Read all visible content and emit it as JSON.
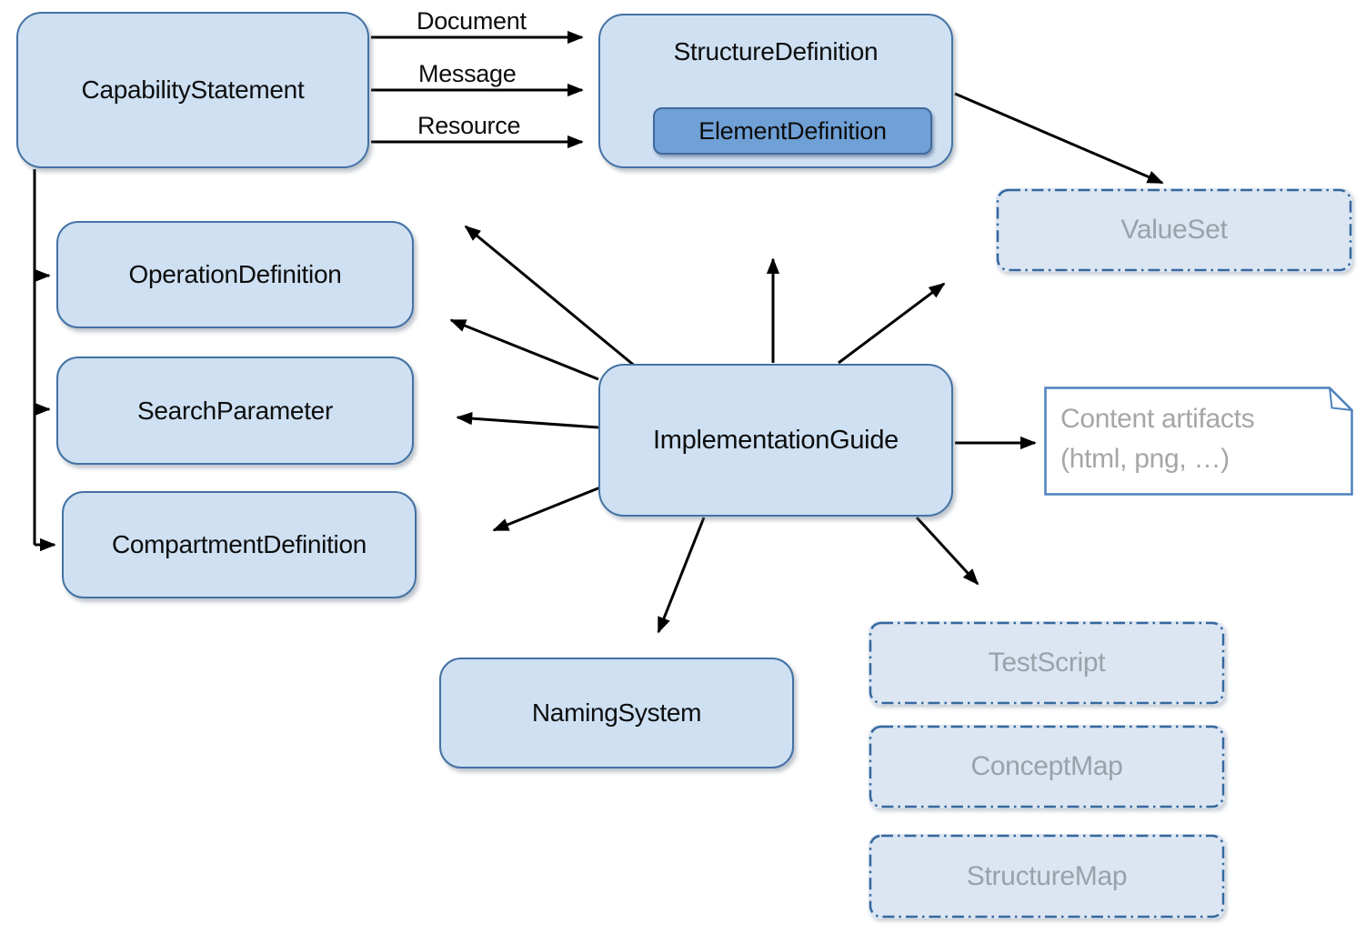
{
  "diagram": {
    "boxes": {
      "capability_statement": {
        "label": "CapabilityStatement"
      },
      "structure_definition": {
        "label": "StructureDefinition"
      },
      "element_definition": {
        "label": "ElementDefinition"
      },
      "value_set": {
        "label": "ValueSet"
      },
      "operation_definition": {
        "label": "OperationDefinition"
      },
      "search_parameter": {
        "label": "SearchParameter"
      },
      "compartment_definition": {
        "label": "CompartmentDefinition"
      },
      "implementation_guide": {
        "label": "ImplementationGuide"
      },
      "naming_system": {
        "label": "NamingSystem"
      },
      "content_artifacts": {
        "label_line1": "Content artifacts",
        "label_line2": "(html, png, …)"
      },
      "test_script": {
        "label": "TestScript"
      },
      "concept_map": {
        "label": "ConceptMap"
      },
      "structure_map": {
        "label": "StructureMap"
      }
    },
    "arrow_labels": {
      "document": "Document",
      "message": "Message",
      "resource": "Resource"
    },
    "colors": {
      "box_fill": "#cee0f2",
      "box_border": "#4472a4",
      "element_fill": "#6fa0d6",
      "element_border": "#41699c",
      "dashed_fill": "#dce6f2",
      "dashed_border": "#35689e",
      "muted_text": "#9aa1a8",
      "note_text": "#a6a6a6",
      "note_border": "#4f81bd",
      "arrow": "#000000"
    }
  }
}
